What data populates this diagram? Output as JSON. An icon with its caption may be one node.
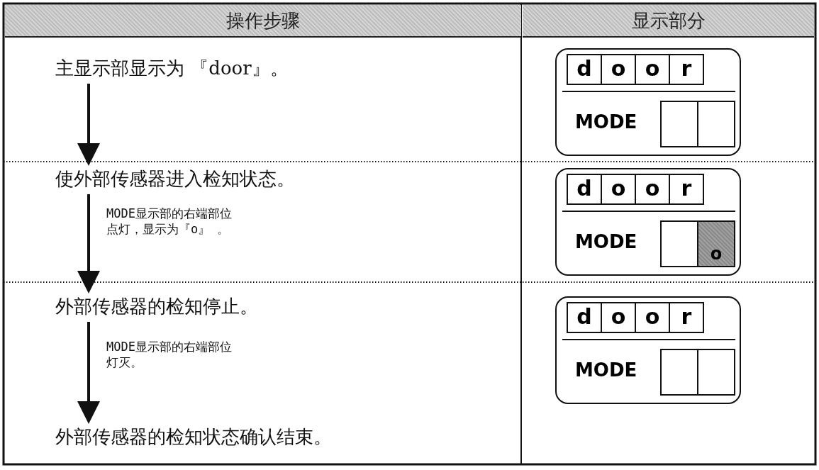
{
  "diagram": {
    "nodes": [
      {
        "text": [
          "主显示部显示为 『door』。"
        ]
      },
      {
        "text": [
          "使外部传感器进入检知状态。"
        ]
      },
      {
        "text": [
          "外部传感器的检知停止。"
        ]
      },
      {
        "text": [
          "外部传感器的检知状态确认结束。"
        ]
      },
      {
        "text": [
          "MODE"
        ]
      },
      {
        "text": [
          "d"
        ],
        "in": 4
      },
      {
        "text": [
          "o"
        ],
        "in": 4
      },
      {
        "text": [
          "o"
        ],
        "in": 4
      },
      {
        "text": [
          "r"
        ],
        "in": 4
      },
      {
        "text": [],
        "shape": "box",
        "in": 4
      },
      {
        "text": [],
        "shape": "box",
        "in": 4
      },
      {
        "text": [
          "MODE"
        ]
      },
      {
        "text": [
          "d"
        ],
        "in": 11
      },
      {
        "text": [
          "o"
        ],
        "in": 11
      },
      {
        "text": [
          "o"
        ],
        "in": 11
      },
      {
        "text": [
          "r"
        ],
        "in": 11
      },
      {
        "text": [],
        "shape": "box",
        "in": 11
      },
      {
        "text": [
          "o"
        ],
        "in": 11
      },
      {
        "text": [
          "MODE"
        ]
      },
      {
        "text": [
          "d"
        ],
        "in": 18
      },
      {
        "text": [
          "o"
        ],
        "in": 18
      },
      {
        "text": [
          "o"
        ],
        "in": 18
      },
      {
        "text": [
          "r"
        ],
        "in": 18
      },
      {
        "text": [],
        "shape": "box",
        "in": 18
      },
      {
        "text": [],
        "shape": "box",
        "in": 18
      }
    ],
    "edges": [
      {
        "from": 0,
        "to": 1,
        "arrow": "to"
      },
      {
        "from": 1,
        "to": 2,
        "arrow": "to",
        "label": "MODE显示部的右端部位点灯，显示为『o』 。"
      },
      {
        "from": 2,
        "to": 3,
        "arrow": "to",
        "label": "MODE显示部的右端部位灯灭。"
      }
    ],
    "labels": [
      "操作步骤",
      "显示部分"
    ]
  }
}
